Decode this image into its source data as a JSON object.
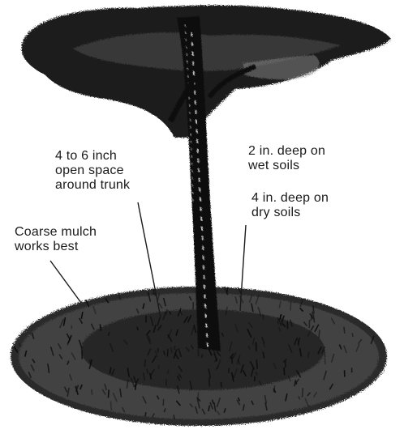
{
  "labels": {
    "open_space": [
      "4 to 6 inch",
      "open space",
      "around trunk"
    ],
    "wet_soils": [
      "2 in. deep on",
      "wet soils"
    ],
    "dry_soils": [
      "4 in. deep on",
      "dry soils"
    ],
    "coarse_mulch": [
      "Coarse mulch",
      "works best"
    ]
  },
  "colors": {
    "ink": "#1a1a1a",
    "paper": "#ffffff"
  }
}
